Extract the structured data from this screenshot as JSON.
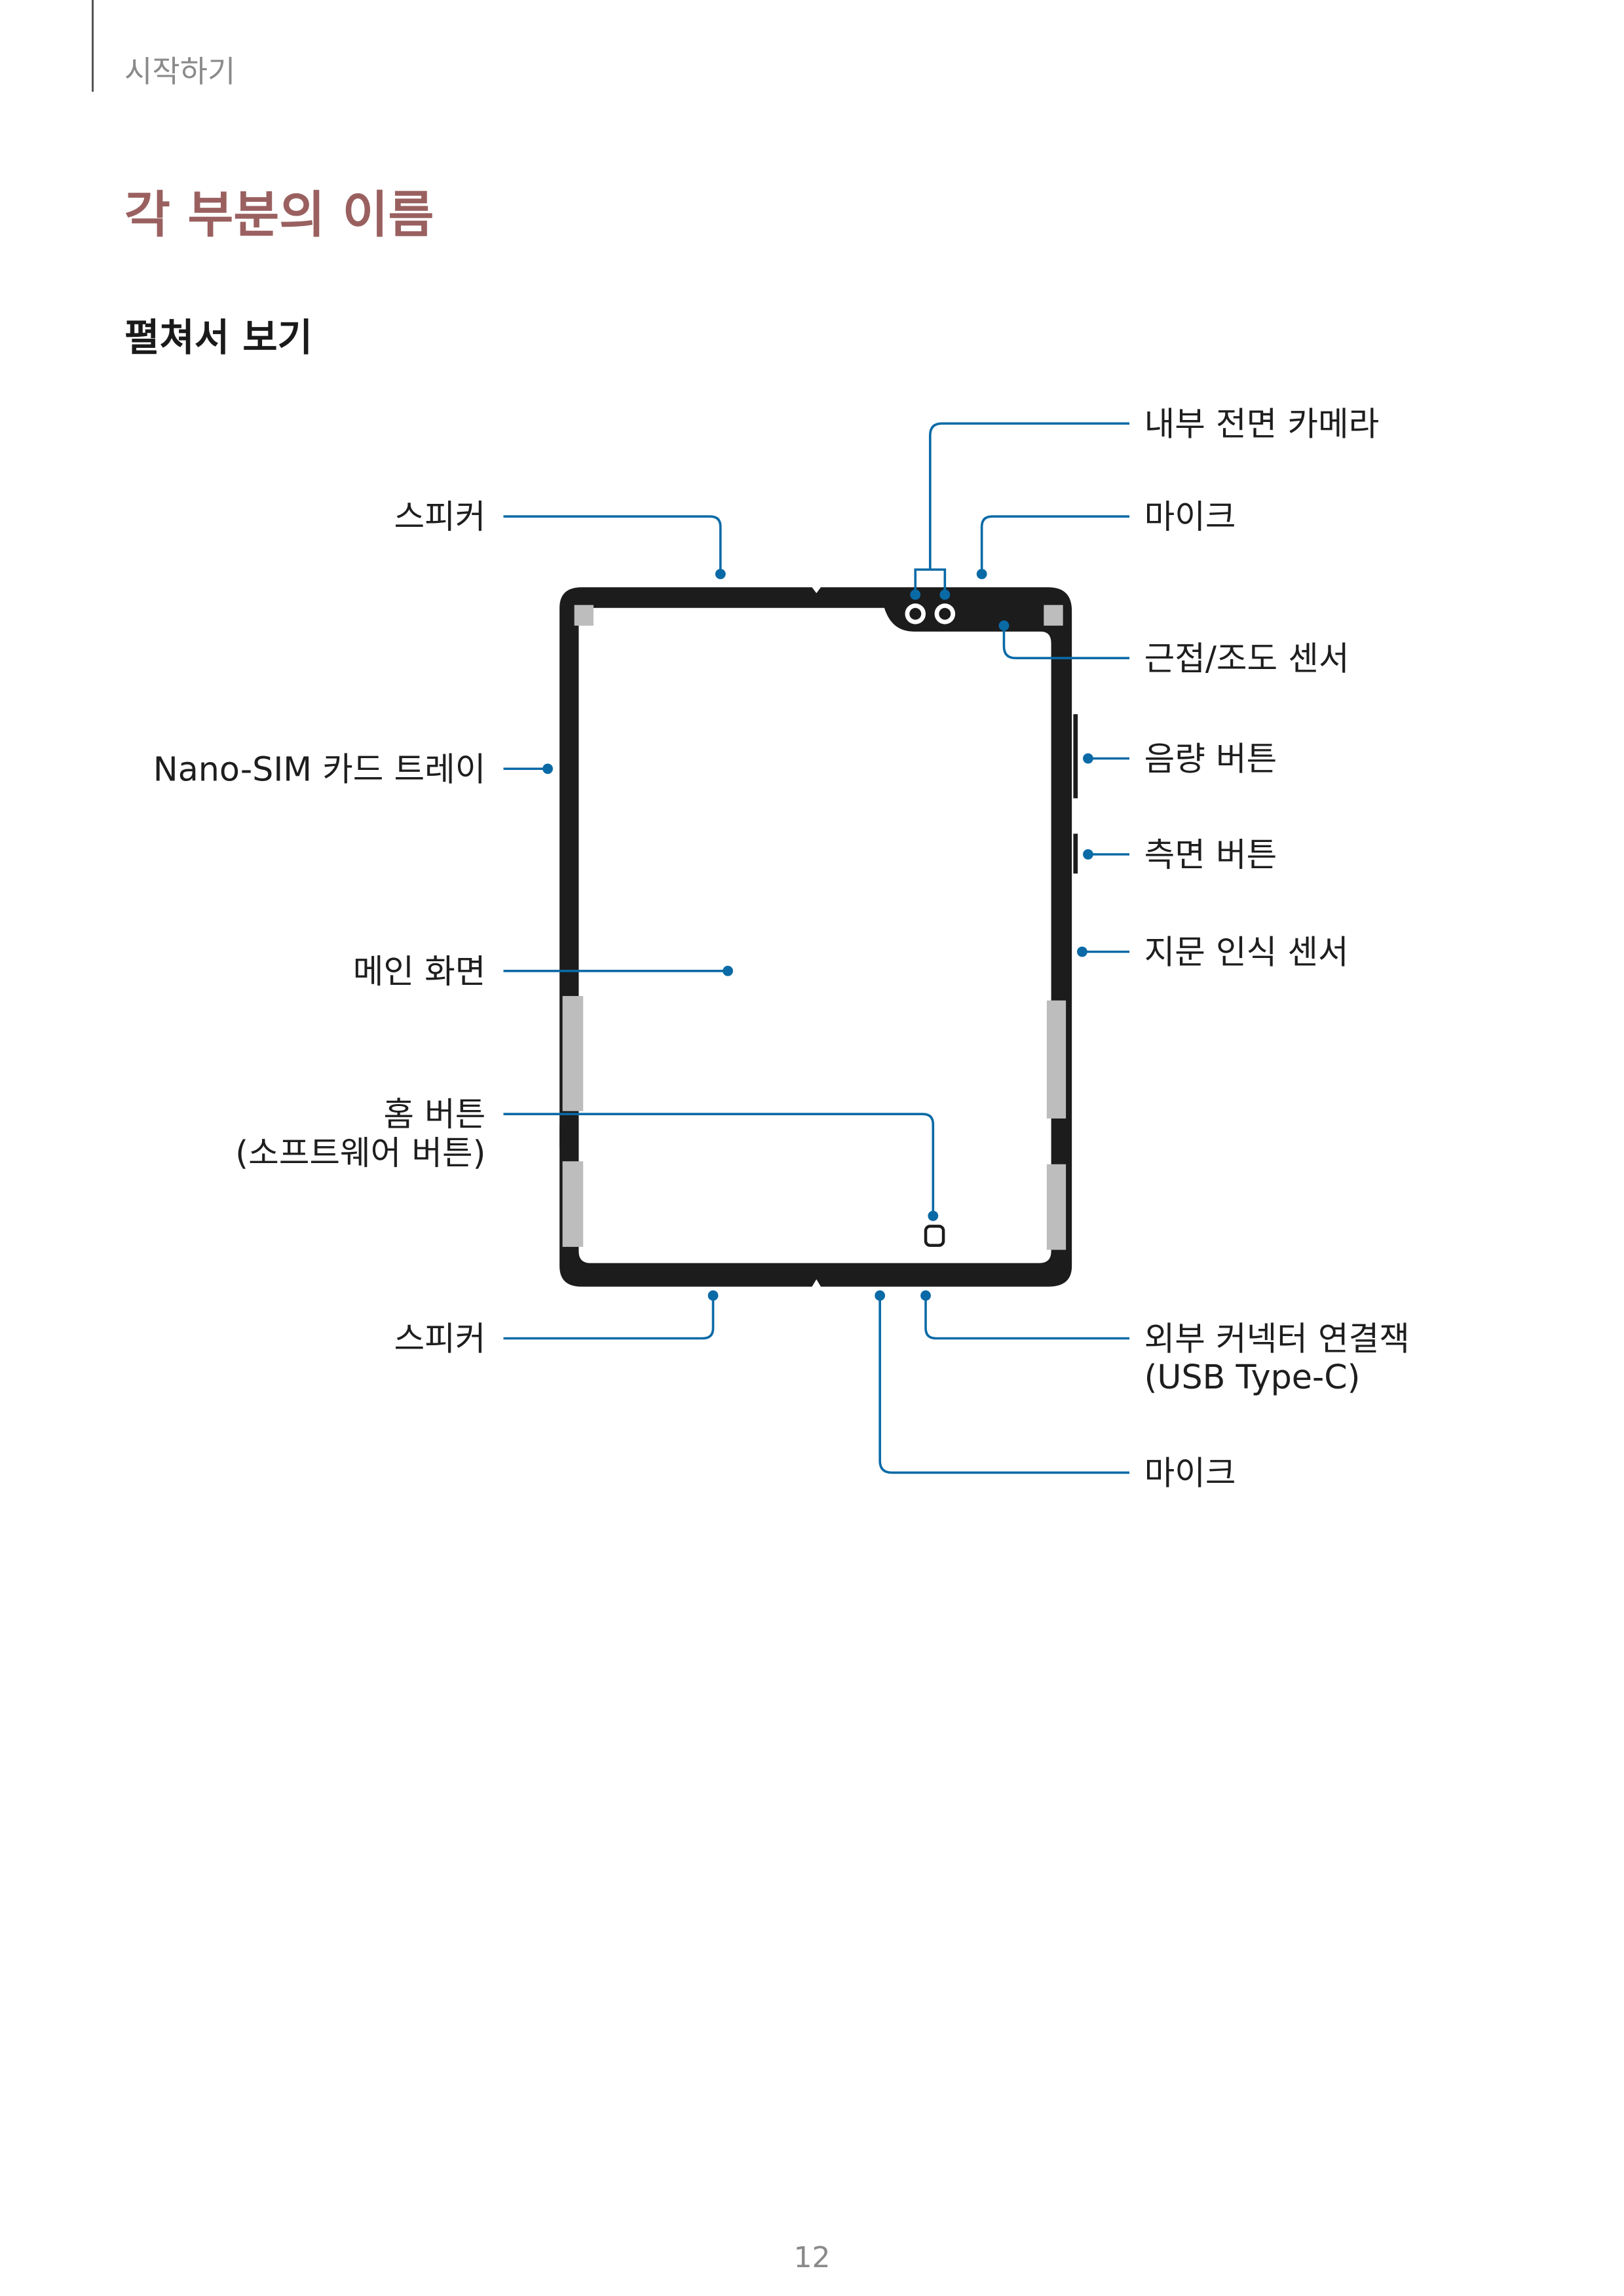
{
  "header": {
    "section": "시작하기"
  },
  "page_title": "각 부분의 이름",
  "section_title": "펼쳐서 보기",
  "callouts": {
    "inner_front_camera": "내부 전면 카메라",
    "mic_top": "마이크",
    "speaker_top": "스피커",
    "proximity_light_sensor": "근접/조도 센서",
    "nano_sim_tray": "Nano-SIM 카드 트레이",
    "volume_button": "음량 버튼",
    "side_button": "측면 버튼",
    "fingerprint_sensor": "지문 인식 센서",
    "main_screen": "메인 화면",
    "home_button_line1": "홈 버튼",
    "home_button_line2": "(소프트웨어 버튼)",
    "speaker_bottom": "스피커",
    "usb_connector_line1": "외부 커넥터 연결잭",
    "usb_connector_line2": "(USB Type-C)",
    "mic_bottom": "마이크"
  },
  "colors": {
    "callout_line": "#0a6aa6",
    "title_accent": "#9a6060",
    "device_body": "#1c1c1c",
    "hinge_patch": "#bdbdbd"
  },
  "icons": [
    "home-button-icon",
    "camera-lens-icon",
    "proximity-sensor-icon"
  ],
  "page_number": "12"
}
